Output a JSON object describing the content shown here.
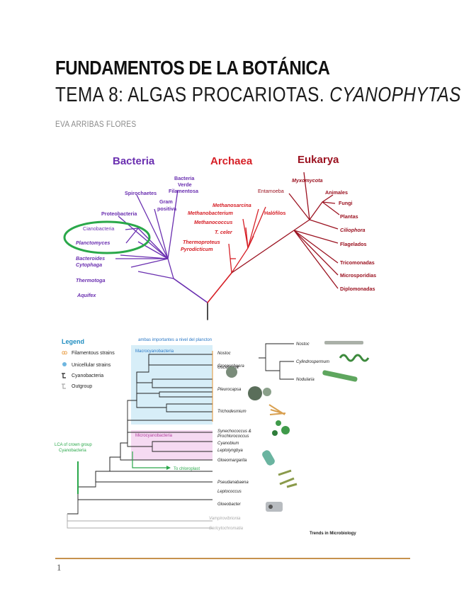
{
  "document": {
    "title": "FUNDAMENTOS DE LA BOTÁNICA",
    "subtitle_main": "TEMA 8: ALGAS PROCARIOTAS. ",
    "subtitle_italic": "CYANOPHYTAS",
    "author": "EVA ARRIBAS FLORES",
    "page_number": "1"
  },
  "colors": {
    "bacteria": "#6a2fb0",
    "archaea": "#d61f26",
    "eukarya": "#9b1220",
    "circle": "#2aa84a",
    "footer": "#c6914d"
  },
  "tree_of_life": {
    "domains": {
      "bacteria": "Bacteria",
      "archaea": "Archaea",
      "eukarya": "Eukarya"
    },
    "bacteria_labels": [
      "Bacteria",
      "Verde",
      "Filamentosa",
      "Spirochaetes",
      "Gram",
      "positiva",
      "Proteobacteria",
      "Cianobacteria",
      "Planctomyces",
      "Bacteroides",
      "Cytophaga",
      "Thermotoga",
      "Aquifex"
    ],
    "archaea_labels": [
      "Methanosarcina",
      "Methanobacterium",
      "Halófilos",
      "Methanococcus",
      "T. celer",
      "Thermoproteus",
      "Pyrodicticum"
    ],
    "eukarya_labels": [
      "Myxomycota",
      "Entamoeba",
      "Animales",
      "Fungi",
      "Plantas",
      "Ciliophora",
      "Flagelados",
      "Tricomonadas",
      "Microsporidias",
      "Diplomonadas"
    ]
  },
  "cyano_tree": {
    "legend_title": "Legend",
    "legend_items": [
      "Filamentous strains",
      "Unicellular strains",
      "Cyanobacteria",
      "Outgroup"
    ],
    "top_note": "ambas importantes a nivel del plancton",
    "macro_label": "Macrocyanobacteria",
    "micro_label": "Microcyanobacteria",
    "lca_label_1": "LCA of crown group",
    "lca_label_2": "Cyanobacteria",
    "chloroplast": "To chloroplast",
    "taxa": [
      "Nostoc",
      "Oscillatoria",
      "Crocosphaera",
      "Pleurocapsa",
      "Trichodesmium",
      "Synechococcus &",
      "Prochlorococcus",
      "Cyanobium",
      "Leptolyngbya",
      "Gloeomargarita",
      "Pseudanabaena",
      "Leptococcus",
      "Gloeobacter",
      "Vampirovibrionia",
      "Sericytochromatia"
    ],
    "right_taxa": [
      "Nostoc",
      "Cylindrospermum",
      "Nodularia"
    ],
    "source": "Trends in Microbiology"
  }
}
